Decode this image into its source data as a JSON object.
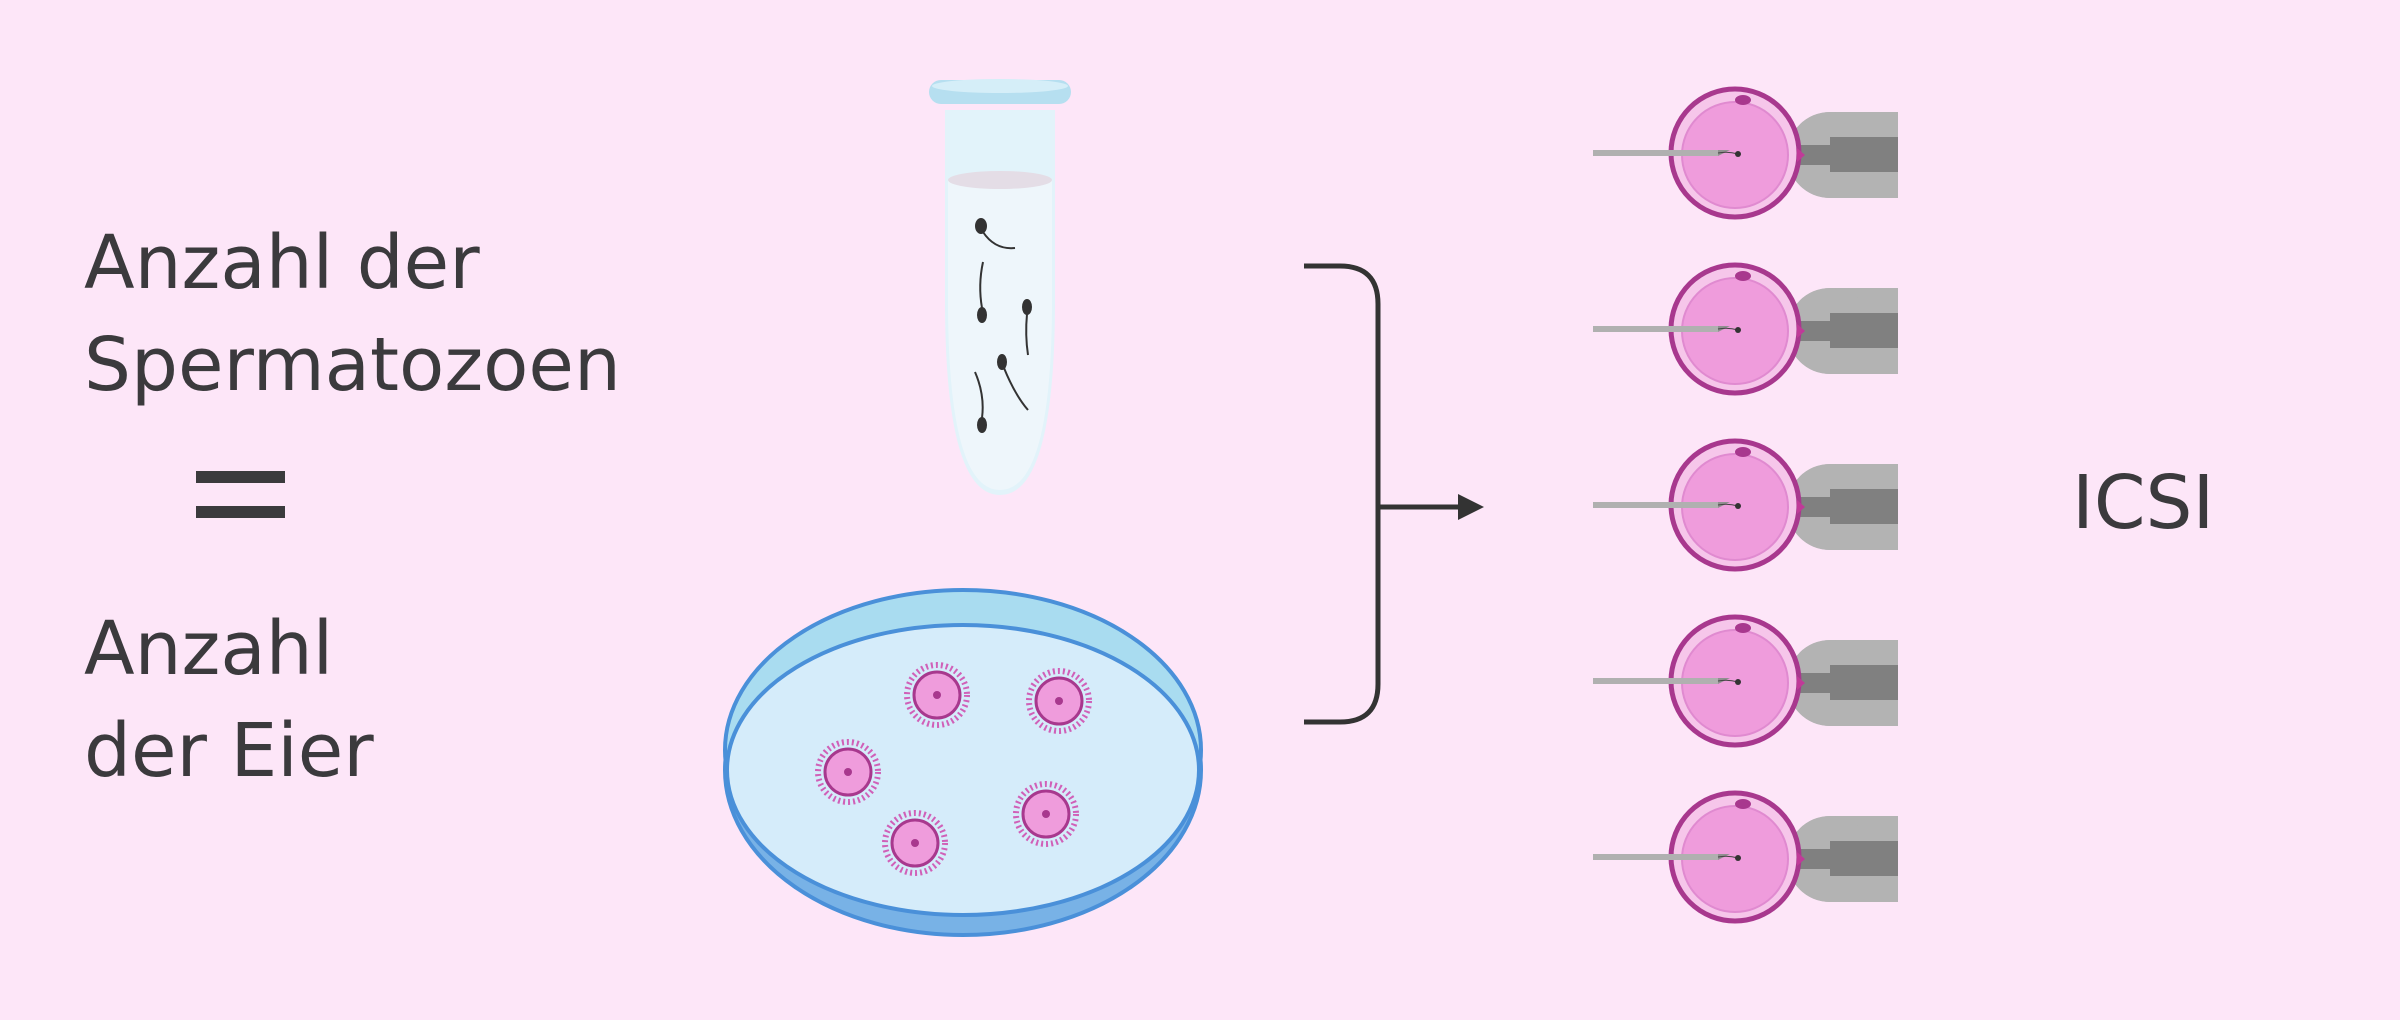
{
  "left_text": {
    "line1": "Anzahl der",
    "line2": "Spermatozoen",
    "equals": "=",
    "line3": "Anzahl",
    "line4": "der Eier"
  },
  "right_label": "ICSI",
  "colors": {
    "background": "#fde6f8",
    "text": "#3b3a3d",
    "egg_outline": "#a8388e",
    "egg_fill": "#ef9cdc",
    "dish_blue": "#4a90d9",
    "tube": "#e2f3fa"
  },
  "egg_count": 5,
  "dish_egg_count": 5
}
